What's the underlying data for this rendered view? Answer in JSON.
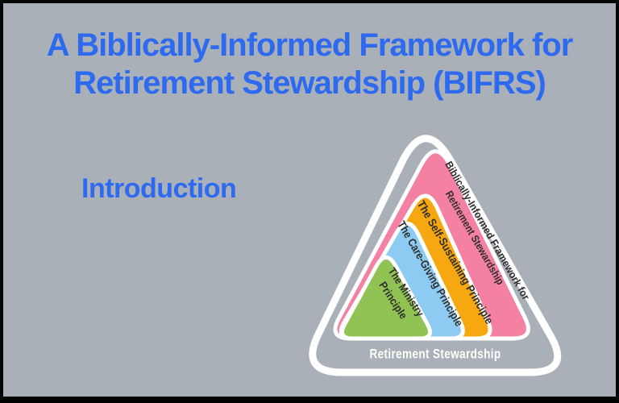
{
  "slide": {
    "title_line1": "A Biblically-Informed Framework for",
    "title_line2": "Retirement Stewardship (BIFRS)",
    "subtitle": "Introduction"
  },
  "diagram": {
    "base_label": "Retirement Stewardship",
    "layers": [
      {
        "name": "framework",
        "label_line1": "Biblically-Informed Framework for",
        "label_line2": "Retirement Stewardship",
        "color": "#F480A3"
      },
      {
        "name": "self-sustaining",
        "label": "The Self-Sustaining Principle",
        "color": "#F7A70F"
      },
      {
        "name": "care-giving",
        "label": "The Care-Giving Principle",
        "color": "#8ECBF2"
      },
      {
        "name": "ministry",
        "label_line1": "The Ministry",
        "label_line2": "Principle",
        "color": "#90C353"
      }
    ]
  },
  "colors": {
    "background": "#A9B0B7",
    "title_blue": "#2E6AF0",
    "outline_white": "#FFFFFF",
    "label_text": "#2E2E2E",
    "frame_border": "#060606"
  }
}
